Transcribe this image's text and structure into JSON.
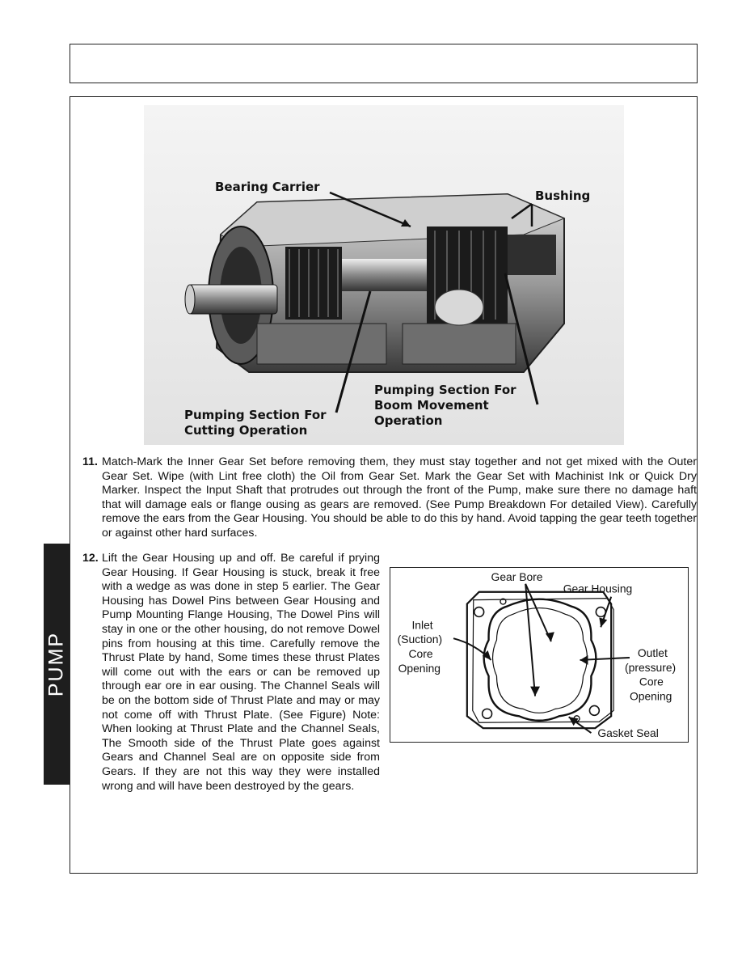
{
  "side_tab": {
    "label": "PUMP"
  },
  "photo": {
    "labels": {
      "bearing_carrier": "Bearing Carrier",
      "bushing": "Bushing",
      "cutting_line1": "Pumping Section For",
      "cutting_line2": "Cutting Operation",
      "boom_line1": "Pumping Section For",
      "boom_line2": "Boom Movement",
      "boom_line3": "Operation"
    }
  },
  "steps": {
    "s11": {
      "num": "11.",
      "text": "Match-Mark the Inner Gear Set before removing them, they must stay together and not get mixed with the Outer Gear Set. Wipe (with Lint free cloth) the Oil from Gear Set. Mark the Gear Set with Machinist Ink or Quick Dry Marker. Inspect the Input Shaft that protrudes out through the front of the Pump, make sure there no damage haft that will damage eals or flange ousing as gears are removed. (See Pump Breakdown For detailed View). Carefully remove the ears from the Gear Housing. You should be able to do this by hand. Avoid tapping the gear teeth together or against other hard surfaces."
    },
    "s12": {
      "num": "12.",
      "text": "Lift the Gear Housing up and off. Be careful if prying Gear Housing. If Gear Housing is stuck, break it free with a wedge as was done in step 5 earlier. The Gear Housing has Dowel Pins between Gear Housing and Pump Mounting Flange Housing, The Dowel Pins will stay in one or the other housing, do not remove Dowel pins from housing at this time. Carefully remove the Thrust Plate by hand, Some times these thrust Plates will come out with the ears or can be removed up through ear ore in ear ousing. The Channel Seals will be on the bottom side of Thrust Plate and may or may not come off with Thrust Plate. (See Figure) Note: When looking at Thrust Plate and the Channel Seals, The Smooth side of the Thrust Plate goes against Gears and Channel Seal are on opposite side from Gears. If they are not this way they were installed wrong and will have been destroyed by the gears."
    }
  },
  "diagram": {
    "labels": {
      "gear_bore": "Gear Bore",
      "gear_housing": "Gear Housing",
      "inlet_1": "Inlet",
      "inlet_2": "(Suction)",
      "inlet_3": "Core",
      "inlet_4": "Opening",
      "outlet_1": "Outlet",
      "outlet_2": "(pressure)",
      "outlet_3": "Core",
      "outlet_4": "Opening",
      "gasket_seal": "Gasket Seal"
    }
  }
}
